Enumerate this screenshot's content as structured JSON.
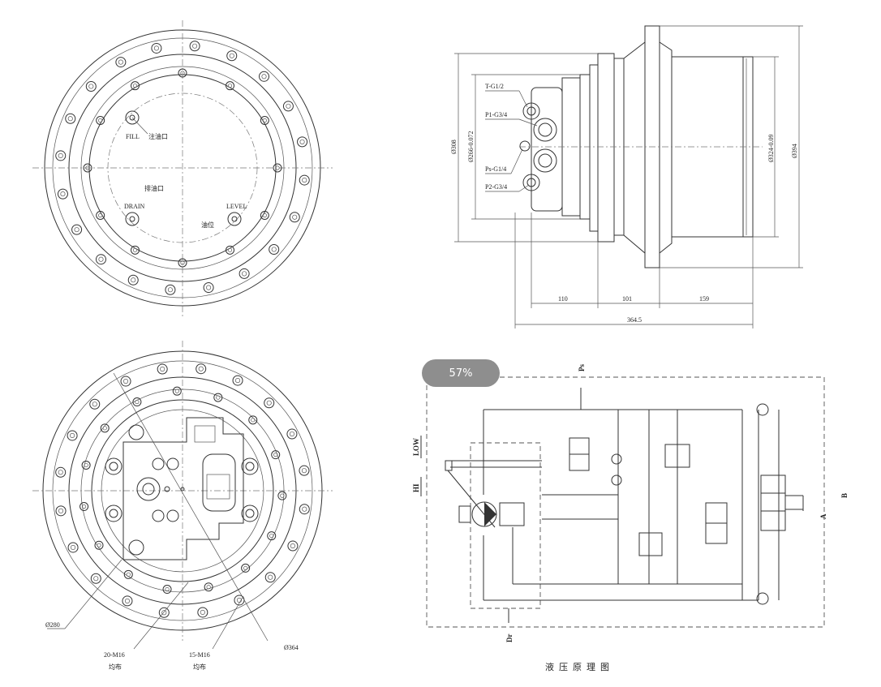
{
  "zoom": {
    "label": "57%"
  },
  "top_left_view": {
    "fill": "FILL",
    "fill_cn": "注油口",
    "drain_cn": "排油口",
    "drain": "DRAIN",
    "level": "LEVEL",
    "level_cn": "油位"
  },
  "side_view": {
    "ports": [
      "T-G1/2",
      "P1-G3/4",
      "Ps-G1/4",
      "P2-G3/4"
    ],
    "dims": {
      "d1": "Ø308",
      "d2": "Ø266-0.072",
      "d3": "Ø324-0.09",
      "d4": "Ø394",
      "l1": "110",
      "l2": "101",
      "l3": "159",
      "total": "364.5"
    }
  },
  "bottom_left_view": {
    "d280": "Ø280",
    "holes_20": "20-M16",
    "holes_20_sub": "均布",
    "holes_15": "15-M16",
    "holes_15_sub": "均布",
    "d364": "Ø364"
  },
  "hydraulic": {
    "ps": "Ps",
    "low": "LOW",
    "hi": "HI",
    "dr": "Dr",
    "a": "A",
    "b": "B",
    "caption": "液压原理图"
  }
}
